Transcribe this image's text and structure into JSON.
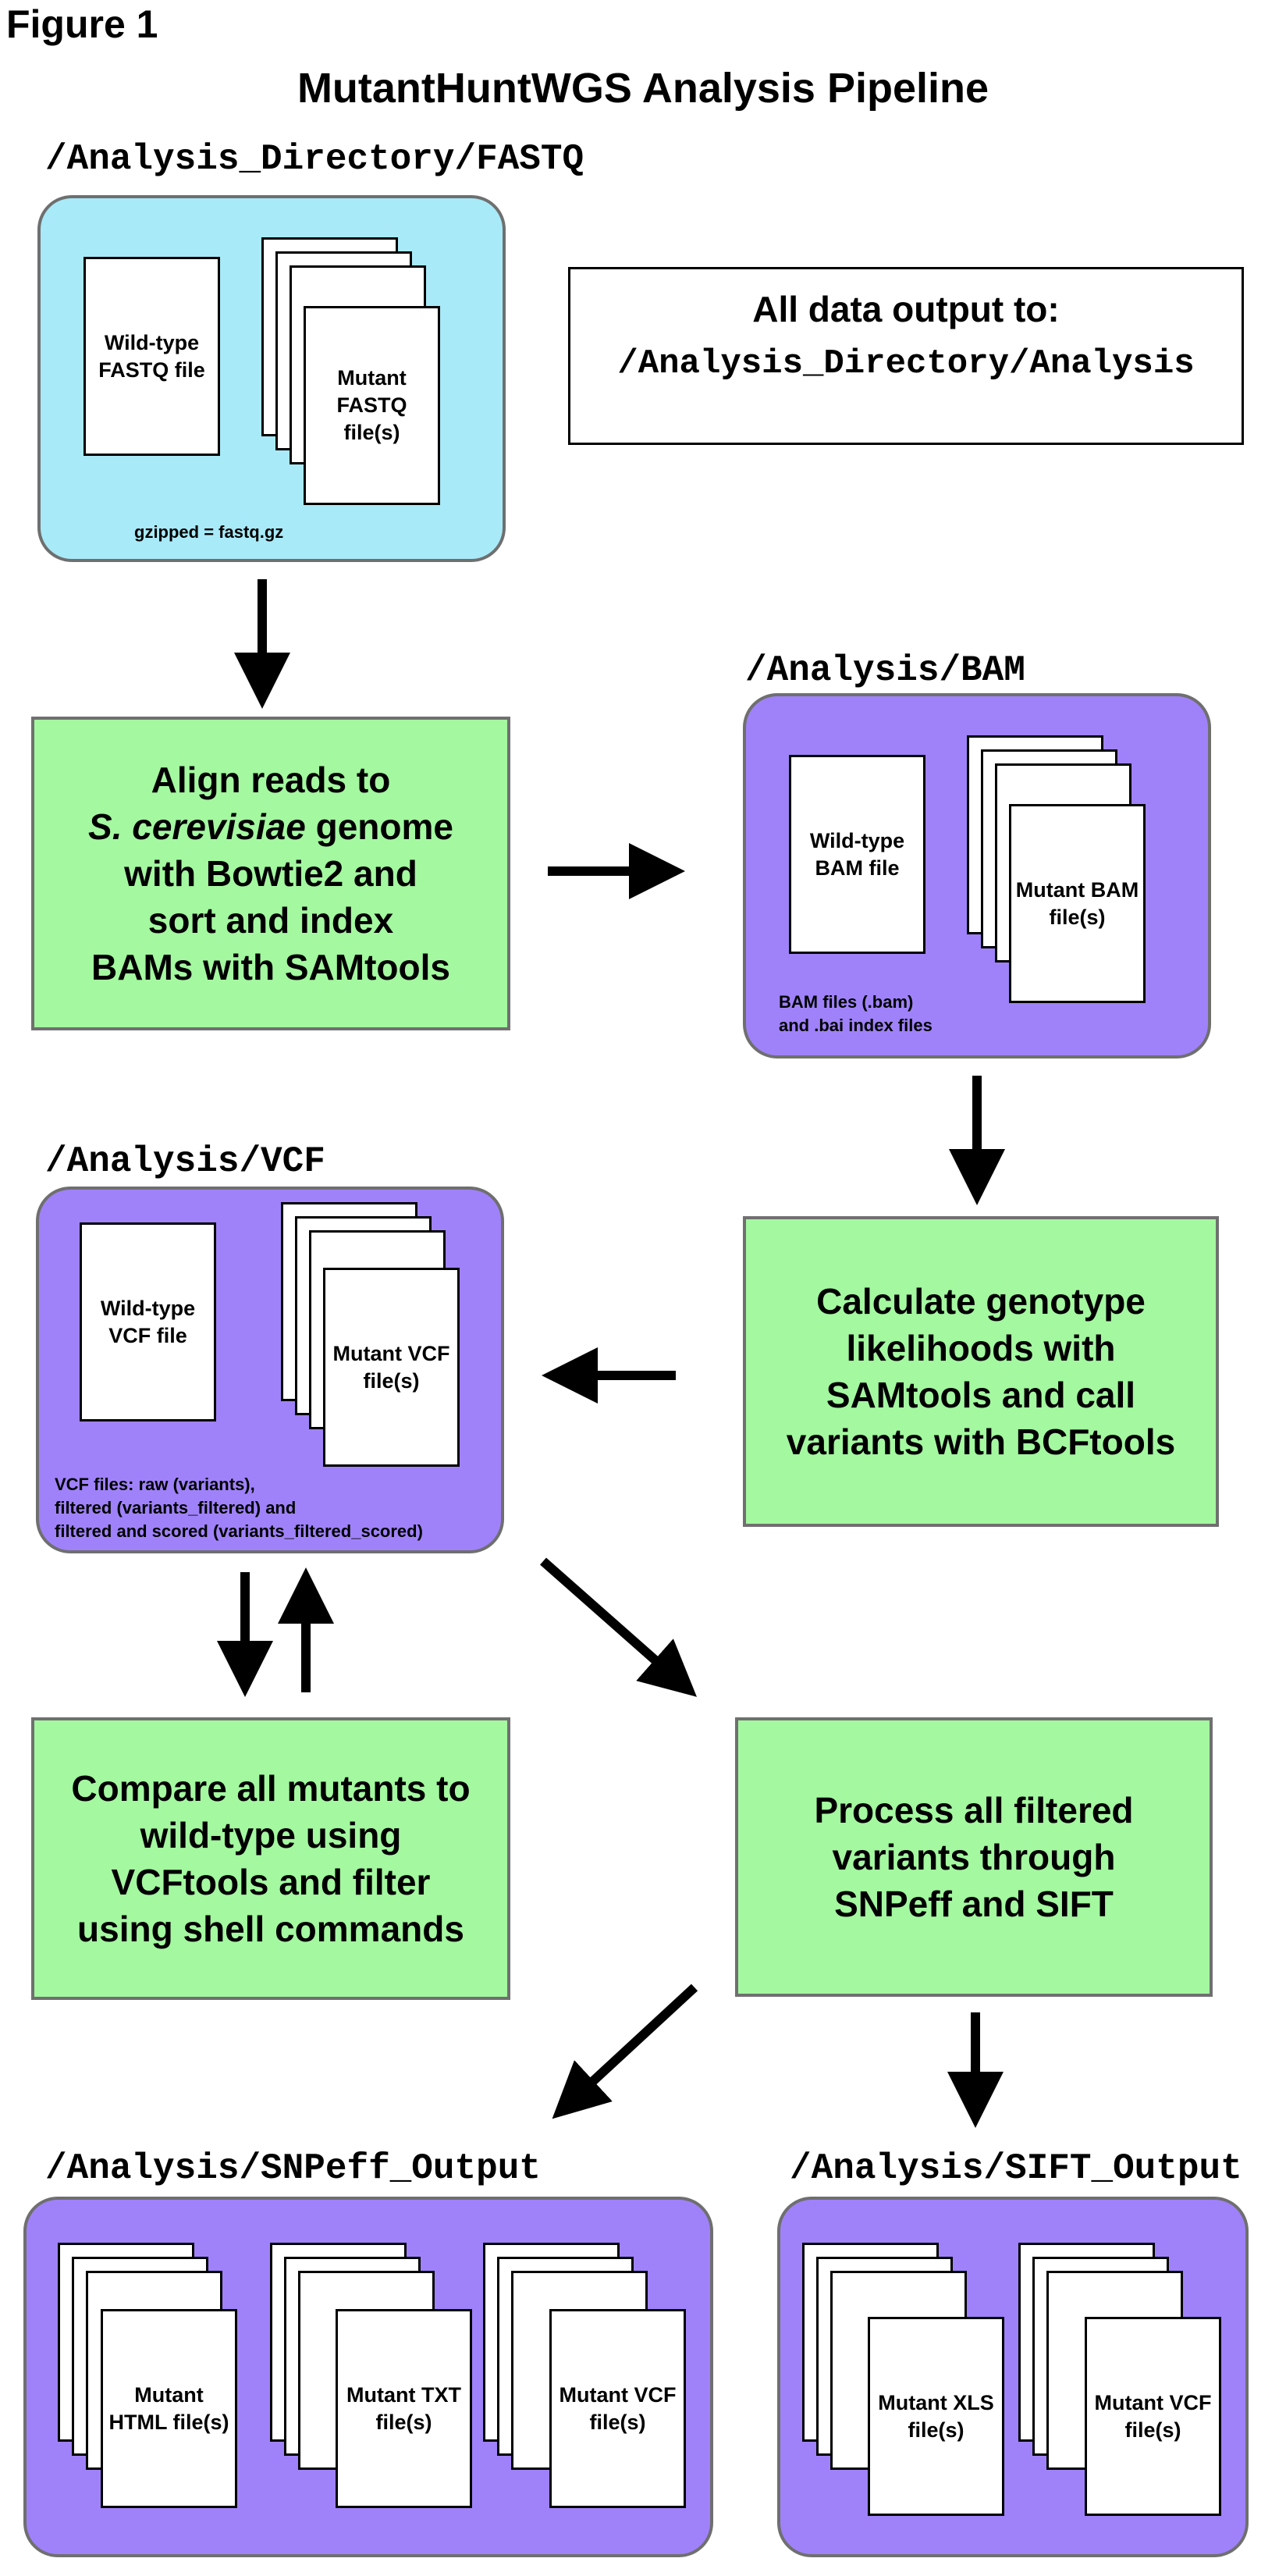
{
  "figure_label": "Figure 1",
  "title": "MutantHuntWGS Analysis Pipeline",
  "fastq": {
    "path": "/Analysis_Directory/FASTQ",
    "wildtype": "Wild-type FASTQ file",
    "mutant": "Mutant FASTQ file(s)",
    "note": "gzipped = fastq.gz"
  },
  "output_box": {
    "title": "All data output to:",
    "path": "/Analysis_Directory/Analysis"
  },
  "steps": {
    "align_line1": "Align reads to",
    "align_italic": "S. cerevisiae",
    "align_line2_rest": " genome",
    "align_line3": "with Bowtie2 and",
    "align_line4": "sort and index",
    "align_line5": "BAMs with SAMtools",
    "genotype": "Calculate genotype likelihoods with SAMtools and call variants with BCFtools",
    "compare": "Compare all mutants to wild-type using VCFtools and filter using shell commands",
    "process": "Process all filtered variants through SNPeff and SIFT"
  },
  "bam": {
    "path": "/Analysis/BAM",
    "wildtype": "Wild-type BAM file",
    "mutant": "Mutant BAM file(s)",
    "note_line1": "BAM files (.bam)",
    "note_line2": "and .bai index files"
  },
  "vcf": {
    "path": "/Analysis/VCF",
    "wildtype": "Wild-type VCF file",
    "mutant": "Mutant VCF file(s)",
    "note_line1": "VCF files: raw (variants),",
    "note_line2": "filtered (variants_filtered) and",
    "note_line3": "filtered and scored  (variants_filtered_scored)"
  },
  "snpeff": {
    "path": "/Analysis/SNPeff_Output",
    "html": "Mutant HTML file(s)",
    "txt": "Mutant TXT file(s)",
    "vcf": "Mutant VCF file(s)"
  },
  "sift": {
    "path": "/Analysis/SIFT_Output",
    "xls": "Mutant XLS file(s)",
    "vcf": "Mutant VCF file(s)"
  },
  "colors": {
    "fastq_panel": "#a8eaf8",
    "purple_panel": "#9f82f9",
    "green_step": "#a4f8a0",
    "panel_border": "#6f6f6f"
  }
}
